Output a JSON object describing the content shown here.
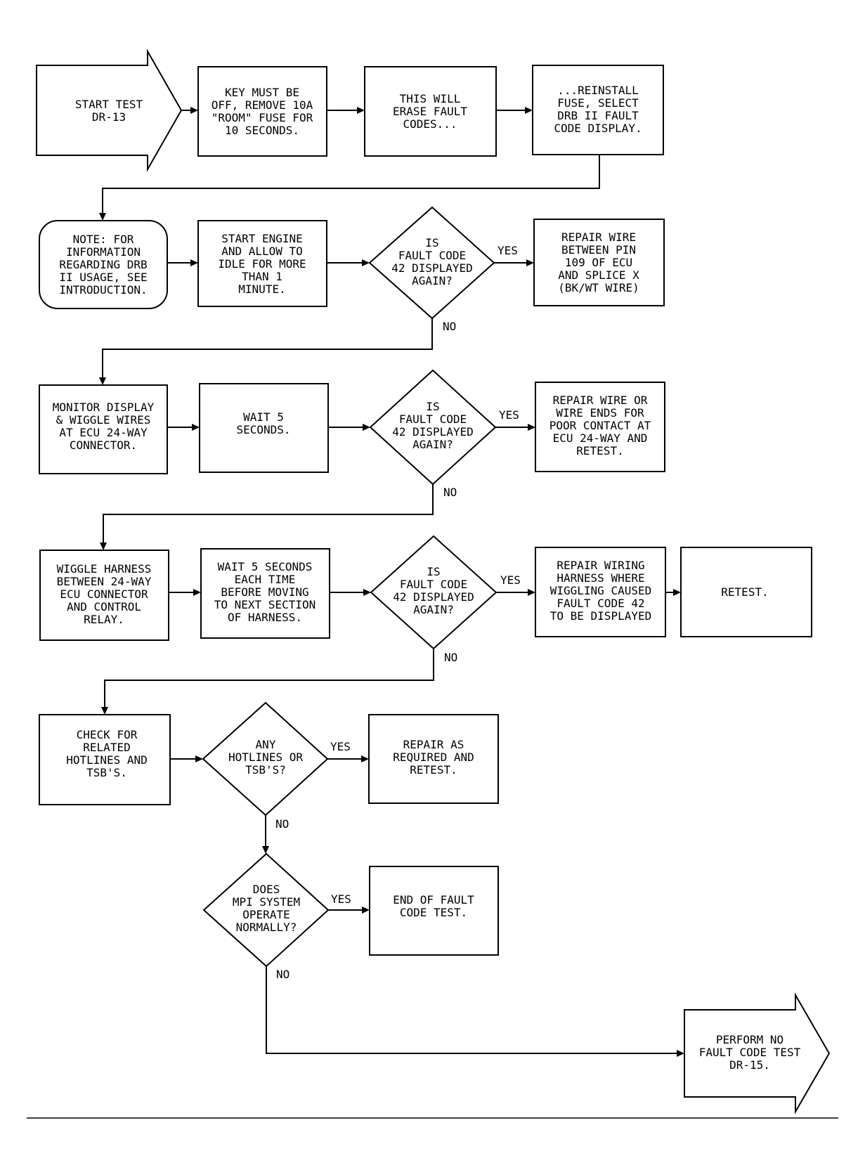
{
  "nodes": {
    "start": {
      "lines": [
        "START TEST",
        "DR-13"
      ]
    },
    "key_off": {
      "lines": [
        "KEY MUST BE",
        "OFF, REMOVE 10A",
        "\"ROOM\" FUSE FOR",
        "10 SECONDS."
      ]
    },
    "erase": {
      "lines": [
        "THIS WILL",
        "ERASE FAULT",
        "CODES..."
      ]
    },
    "reinstall": {
      "lines": [
        "...REINSTALL",
        "FUSE, SELECT",
        "DRB II FAULT",
        "CODE DISPLAY."
      ]
    },
    "note": {
      "lines": [
        "NOTE: FOR",
        "INFORMATION",
        "REGARDING DRB",
        "II USAGE, SEE",
        "INTRODUCTION."
      ]
    },
    "start_eng": {
      "lines": [
        "START ENGINE",
        "AND ALLOW TO",
        "IDLE FOR MORE",
        "THAN 1",
        "MINUTE."
      ]
    },
    "q1": {
      "lines": [
        "IS",
        "FAULT CODE",
        "42 DISPLAYED",
        "AGAIN?"
      ]
    },
    "repair1": {
      "lines": [
        "REPAIR WIRE",
        "BETWEEN PIN",
        "109 OF ECU",
        "AND SPLICE X",
        "(BK/WT WIRE)"
      ]
    },
    "monitor": {
      "lines": [
        "MONITOR DISPLAY",
        "& WIGGLE WIRES",
        "AT ECU 24-WAY",
        "CONNECTOR."
      ]
    },
    "wait1": {
      "lines": [
        "WAIT 5",
        "SECONDS."
      ]
    },
    "q2": {
      "lines": [
        "IS",
        "FAULT CODE",
        "42 DISPLAYED",
        "AGAIN?"
      ]
    },
    "repair2": {
      "lines": [
        "REPAIR WIRE OR",
        "WIRE ENDS FOR",
        "POOR CONTACT AT",
        "ECU 24-WAY AND",
        "RETEST."
      ]
    },
    "wiggle": {
      "lines": [
        "WIGGLE HARNESS",
        "BETWEEN 24-WAY",
        "ECU CONNECTOR",
        "AND CONTROL",
        "RELAY."
      ]
    },
    "wait2": {
      "lines": [
        "WAIT 5 SECONDS",
        "EACH TIME",
        "BEFORE MOVING",
        "TO NEXT SECTION",
        "OF HARNESS."
      ]
    },
    "q3": {
      "lines": [
        "IS",
        "FAULT CODE",
        "42 DISPLAYED",
        "AGAIN?"
      ]
    },
    "repair3": {
      "lines": [
        "REPAIR WIRING",
        "HARNESS WHERE",
        "WIGGLING CAUSED",
        "FAULT CODE 42",
        "TO BE DISPLAYED"
      ]
    },
    "retest": {
      "lines": [
        "RETEST."
      ]
    },
    "check": {
      "lines": [
        "CHECK FOR",
        "RELATED",
        "HOTLINES AND",
        "TSB'S."
      ]
    },
    "q4": {
      "lines": [
        "ANY",
        "HOTLINES OR",
        "TSB'S?"
      ]
    },
    "repair4": {
      "lines": [
        "REPAIR AS",
        "REQUIRED AND",
        "RETEST."
      ]
    },
    "q5": {
      "lines": [
        "DOES",
        "MPI SYSTEM",
        "OPERATE",
        "NORMALLY?"
      ]
    },
    "end": {
      "lines": [
        "END OF FAULT",
        "CODE TEST."
      ]
    },
    "perform": {
      "lines": [
        "PERFORM NO",
        "FAULT CODE TEST",
        "DR-15."
      ]
    }
  },
  "labels": {
    "yes": "YES",
    "no": "NO"
  }
}
